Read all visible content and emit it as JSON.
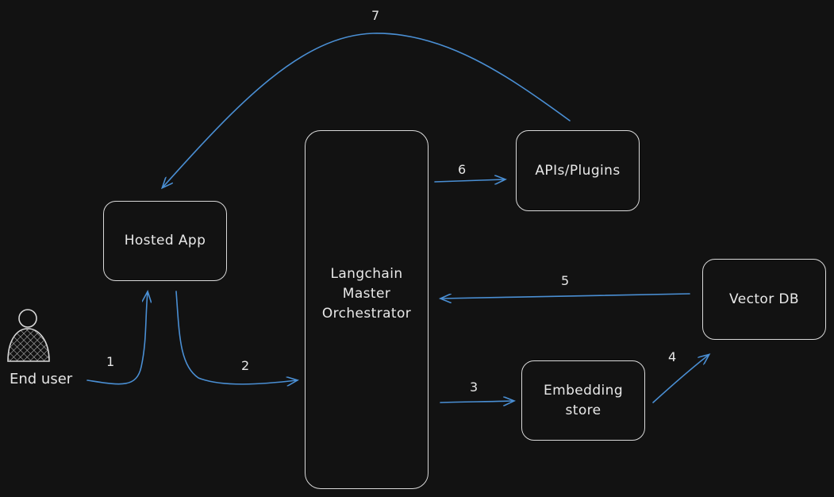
{
  "colors": {
    "background": "#121212",
    "stroke": "#d9d9d9",
    "arrow": "#4a8fd4",
    "text": "#e9e9e9"
  },
  "actor": {
    "label": "End user",
    "icon": "person-icon"
  },
  "nodes": {
    "hosted_app": "Hosted App",
    "orchestrator": "Langchain\nMaster\nOrchestrator",
    "apis_plugins": "APIs/Plugins",
    "vector_db": "Vector DB",
    "embedding_store": "Embedding\nstore"
  },
  "steps": {
    "s1": "1",
    "s2": "2",
    "s3": "3",
    "s4": "4",
    "s5": "5",
    "s6": "6",
    "s7": "7"
  }
}
